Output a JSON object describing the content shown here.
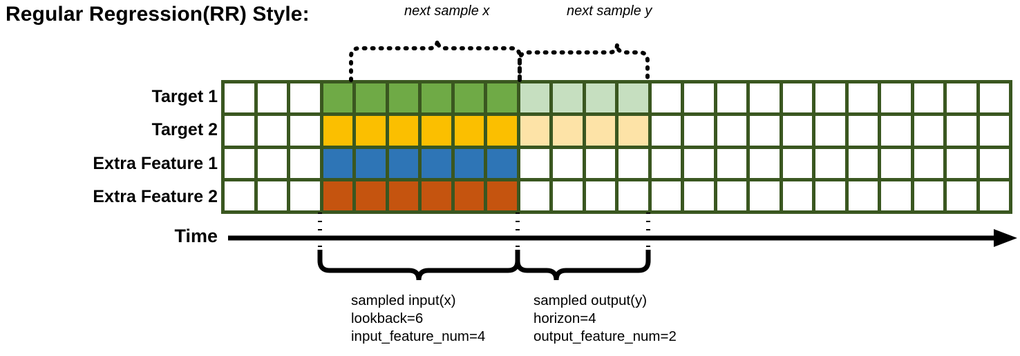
{
  "title": "Regular Regression(RR) Style:",
  "rows": [
    {
      "label": "Target 1",
      "key": "target1"
    },
    {
      "label": "Target 2",
      "key": "target2"
    },
    {
      "label": "Extra Feature 1",
      "key": "extra1"
    },
    {
      "label": "Extra Feature 2",
      "key": "extra2"
    }
  ],
  "axis": {
    "label": "Time"
  },
  "top_annotations": {
    "next_sample_x": "next sample x",
    "next_sample_y": "next sample y"
  },
  "bottom_annotations": {
    "input": "sampled input(x)\nlookback=6\ninput_feature_num=4",
    "output": "sampled output(y)\nhorizon=4\noutput_feature_num=2"
  },
  "colors": {
    "grid_border": "#3A5720",
    "target1": "#6FAA46",
    "target2": "#FBBF00",
    "extra1": "#2E75B6",
    "extra2": "#C5540F",
    "target1_faded": "#C6DFC0",
    "target2_faded": "#FDE3A7",
    "empty": "#FFFFFF"
  },
  "chart_data": {
    "type": "heatmap",
    "title": "Regular Regression(RR) Style:",
    "n_columns": 24,
    "n_rows": 4,
    "row_names": [
      "Target 1",
      "Target 2",
      "Extra Feature 1",
      "Extra Feature 2"
    ],
    "lookback": 6,
    "horizon": 4,
    "input_feature_num": 4,
    "output_feature_num": 2,
    "input_window_columns": [
      4,
      5,
      6,
      7,
      8,
      9
    ],
    "output_window_columns": [
      10,
      11,
      12,
      13
    ],
    "cells": {
      "target1": [
        "empty",
        "empty",
        "empty",
        "input",
        "input",
        "input",
        "input",
        "input",
        "input",
        "output",
        "output",
        "output",
        "output",
        "empty",
        "empty",
        "empty",
        "empty",
        "empty",
        "empty",
        "empty",
        "empty",
        "empty",
        "empty",
        "empty"
      ],
      "target2": [
        "empty",
        "empty",
        "empty",
        "input",
        "input",
        "input",
        "input",
        "input",
        "input",
        "output",
        "output",
        "output",
        "output",
        "empty",
        "empty",
        "empty",
        "empty",
        "empty",
        "empty",
        "empty",
        "empty",
        "empty",
        "empty",
        "empty"
      ],
      "extra1": [
        "empty",
        "empty",
        "empty",
        "input",
        "input",
        "input",
        "input",
        "input",
        "input",
        "empty",
        "empty",
        "empty",
        "empty",
        "empty",
        "empty",
        "empty",
        "empty",
        "empty",
        "empty",
        "empty",
        "empty",
        "empty",
        "empty",
        "empty"
      ],
      "extra2": [
        "empty",
        "empty",
        "empty",
        "input",
        "input",
        "input",
        "input",
        "input",
        "input",
        "empty",
        "empty",
        "empty",
        "empty",
        "empty",
        "empty",
        "empty",
        "empty",
        "empty",
        "empty",
        "empty",
        "empty",
        "empty",
        "empty",
        "empty"
      ]
    }
  }
}
